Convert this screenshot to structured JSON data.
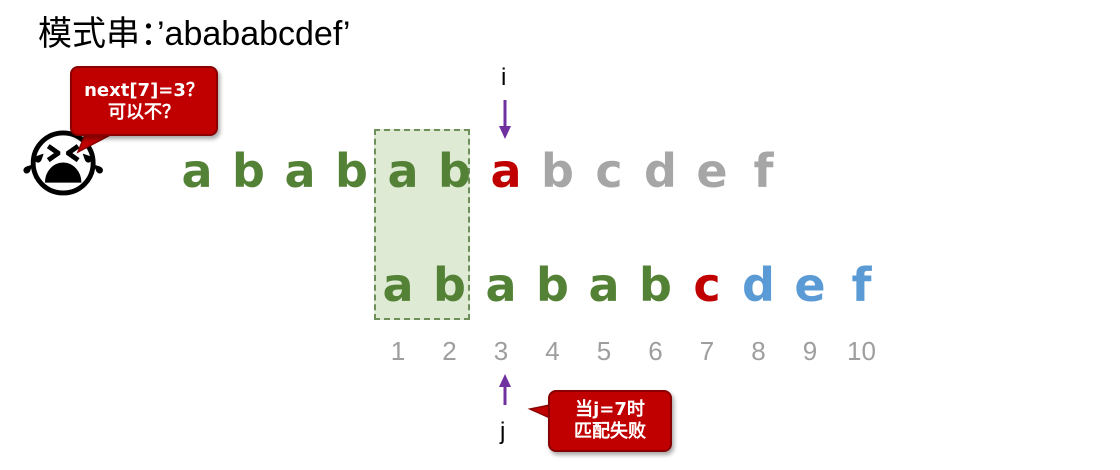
{
  "title": {
    "prefix": "模式串：",
    "pattern": "’abababcdef’"
  },
  "callout_top": {
    "line1": "next[7]=3？",
    "line2": "可以不？"
  },
  "callout_bottom": {
    "line1": "当j=7时",
    "line2": "匹配失败"
  },
  "emoji": "😭",
  "pointer_i": "i",
  "pointer_j": "j",
  "top_row": [
    {
      "char": "a",
      "color": "#538135"
    },
    {
      "char": "b",
      "color": "#538135"
    },
    {
      "char": "a",
      "color": "#538135"
    },
    {
      "char": "b",
      "color": "#538135"
    },
    {
      "char": "a",
      "color": "#538135"
    },
    {
      "char": "b",
      "color": "#538135"
    },
    {
      "char": "a",
      "color": "#c00000"
    },
    {
      "char": "b",
      "color": "#a6a6a6"
    },
    {
      "char": "c",
      "color": "#a6a6a6"
    },
    {
      "char": "d",
      "color": "#a6a6a6"
    },
    {
      "char": "e",
      "color": "#a6a6a6"
    },
    {
      "char": "f",
      "color": "#a6a6a6"
    }
  ],
  "bottom_row": [
    {
      "char": "a",
      "color": "#538135"
    },
    {
      "char": "b",
      "color": "#538135"
    },
    {
      "char": "a",
      "color": "#538135"
    },
    {
      "char": "b",
      "color": "#538135"
    },
    {
      "char": "a",
      "color": "#538135"
    },
    {
      "char": "b",
      "color": "#538135"
    },
    {
      "char": "c",
      "color": "#c00000"
    },
    {
      "char": "d",
      "color": "#5b9bd5"
    },
    {
      "char": "e",
      "color": "#5b9bd5"
    },
    {
      "char": "f",
      "color": "#5b9bd5"
    }
  ],
  "indices": [
    "1",
    "2",
    "3",
    "4",
    "5",
    "6",
    "7",
    "8",
    "9",
    "10"
  ],
  "colors": {
    "arrow": "#7030a0",
    "highlight": "#dfead4",
    "highlight_border": "#6f8f5a"
  }
}
